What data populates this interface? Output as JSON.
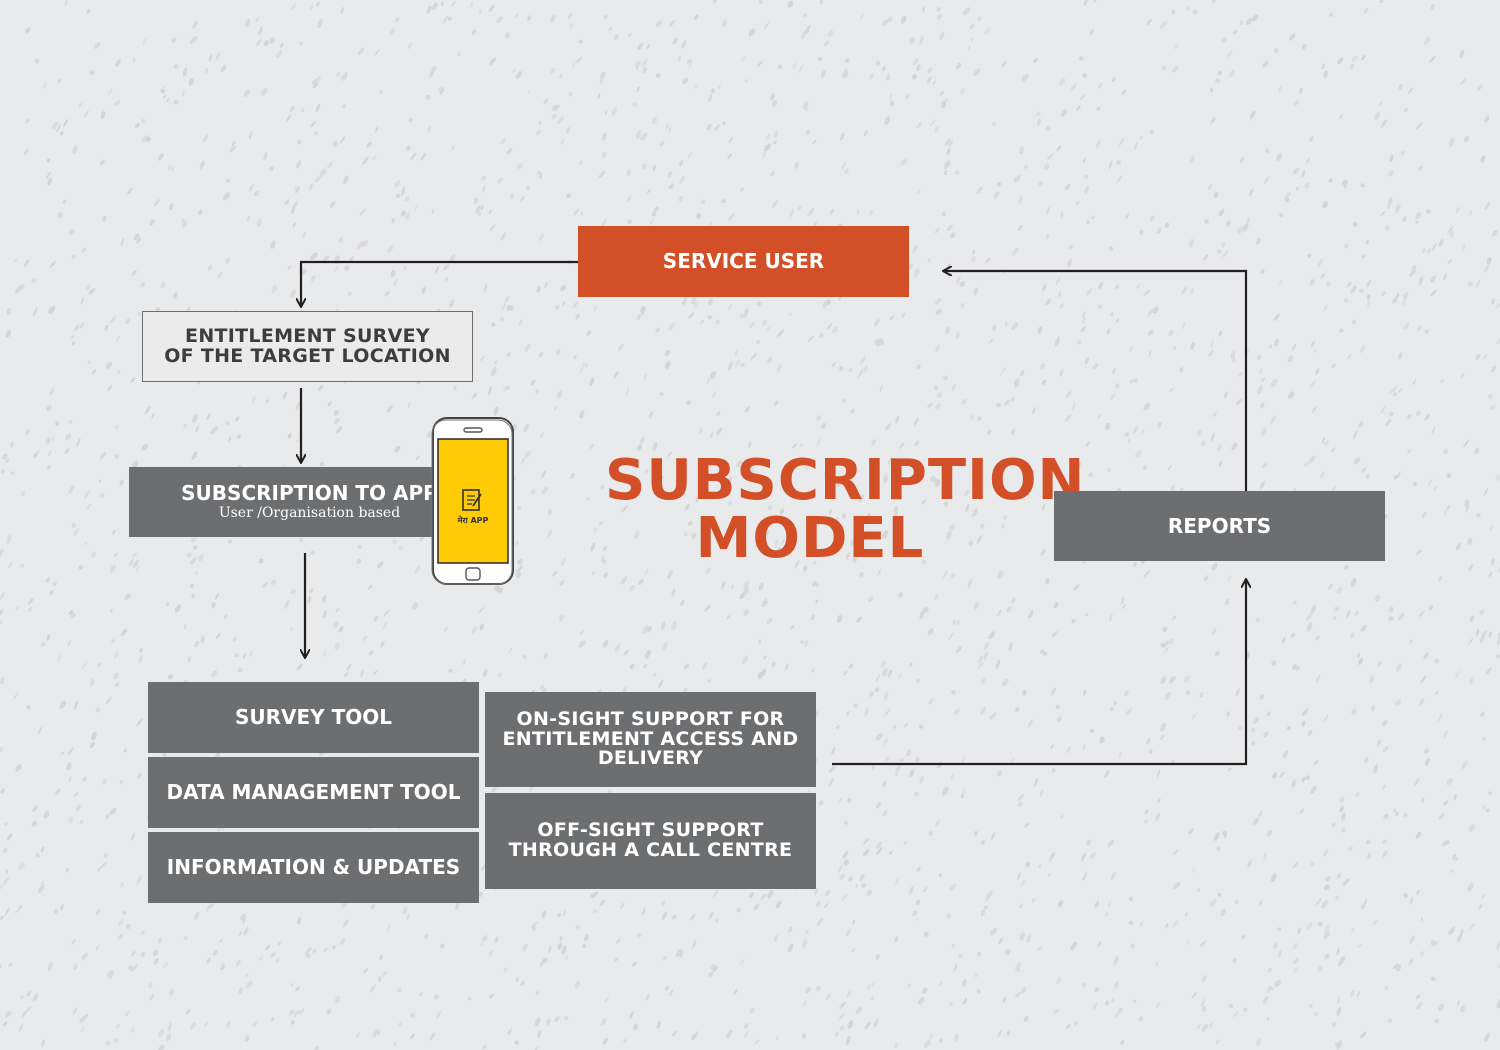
{
  "title": {
    "line1": "SUBSCRIPTION",
    "line2": "MODEL"
  },
  "nodes": {
    "service_user": "SERVICE USER",
    "entitlement_survey_line1": "ENTITLEMENT SURVEY",
    "entitlement_survey_line2": "OF THE TARGET LOCATION",
    "subscription_app": "SUBSCRIPTION TO APP",
    "subscription_app_sub": "User /Organisation based",
    "survey_tool": "SURVEY TOOL",
    "data_management_tool": "DATA MANAGEMENT TOOL",
    "information_updates": "INFORMATION & UPDATES",
    "onsight_line1": "ON-SIGHT SUPPORT FOR",
    "onsight_line2": "ENTITLEMENT ACCESS AND",
    "onsight_line3": "DELIVERY",
    "offsight_line1": "OFF-SIGHT SUPPORT",
    "offsight_line2": "THROUGH A CALL CENTRE",
    "reports": "REPORTS"
  },
  "phone": {
    "app_label": "मेरा APP",
    "icon": "document-pen-icon"
  },
  "colors": {
    "accent_orange": "#d24f27",
    "box_grey": "#6d6e70",
    "background": "#e9eaeb",
    "phone_screen": "#ffcb05",
    "arrow": "#231f20"
  }
}
